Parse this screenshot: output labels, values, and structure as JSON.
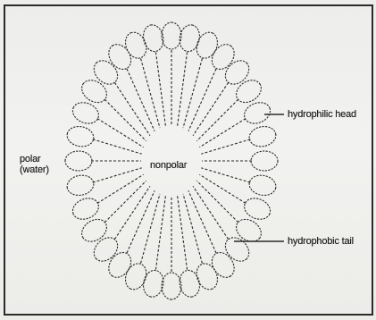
{
  "diagram": {
    "labels": {
      "polar": "polar",
      "water": "(water)",
      "nonpolar": "nonpolar",
      "head": "hydrophilic head",
      "tail": "hydrophobic tail"
    },
    "heads_count": 32,
    "stroke_color": "#2a2a2a"
  }
}
